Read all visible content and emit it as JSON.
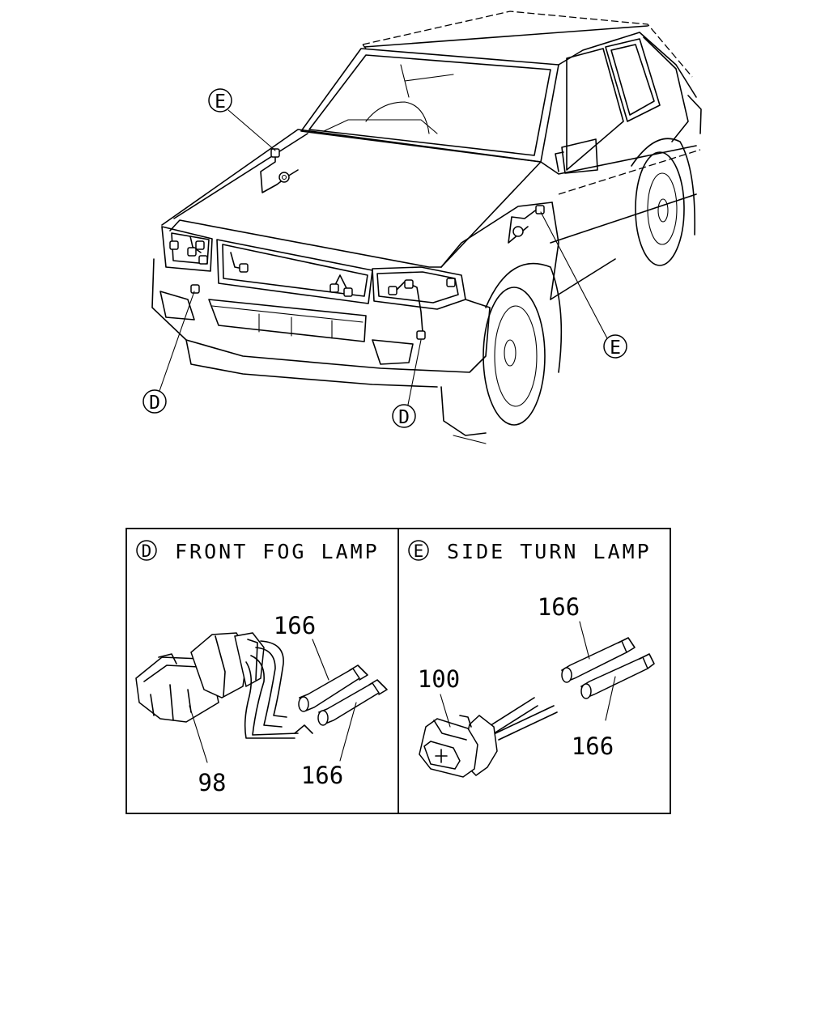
{
  "vehicle_callouts": [
    "E",
    "D",
    "D",
    "E"
  ],
  "panel_d": {
    "marker": "D",
    "title": "FRONT FOG LAMP",
    "part_labels": [
      "166",
      "98",
      "166"
    ]
  },
  "panel_e": {
    "marker": "E",
    "title": "SIDE TURN LAMP",
    "part_labels": [
      "166",
      "100",
      "166"
    ]
  }
}
